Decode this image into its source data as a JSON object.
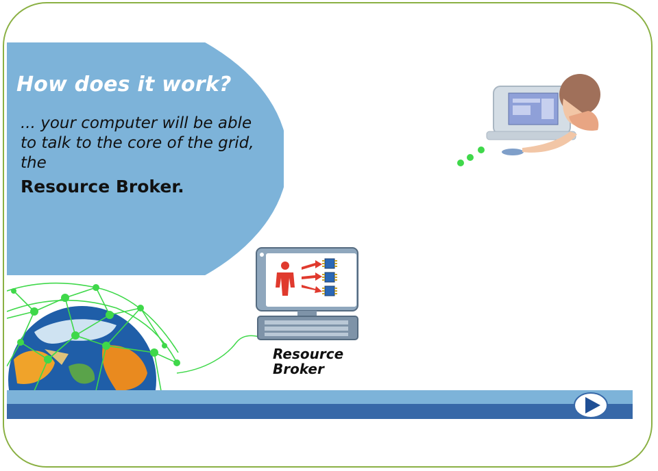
{
  "slide": {
    "title": "How does it work?",
    "body": "... your computer will be able to talk to the core of the grid, the",
    "body_strong": "Resource Broker."
  },
  "illustrations": {
    "resource_broker_label": "Resource Broker",
    "globe": "globe-grid-illustration",
    "user": "user-at-computer-illustration",
    "broker_computer": "broker-computer-illustration"
  },
  "navigation": {
    "next_icon": "play-next-icon"
  },
  "colors": {
    "bubble": "#7db3d9",
    "band_light": "#7db3d9",
    "band_dark": "#3768a8",
    "frame_border": "#8ab043",
    "grid_lines": "#3fd84a",
    "arrow_red": "#e03a2e"
  }
}
